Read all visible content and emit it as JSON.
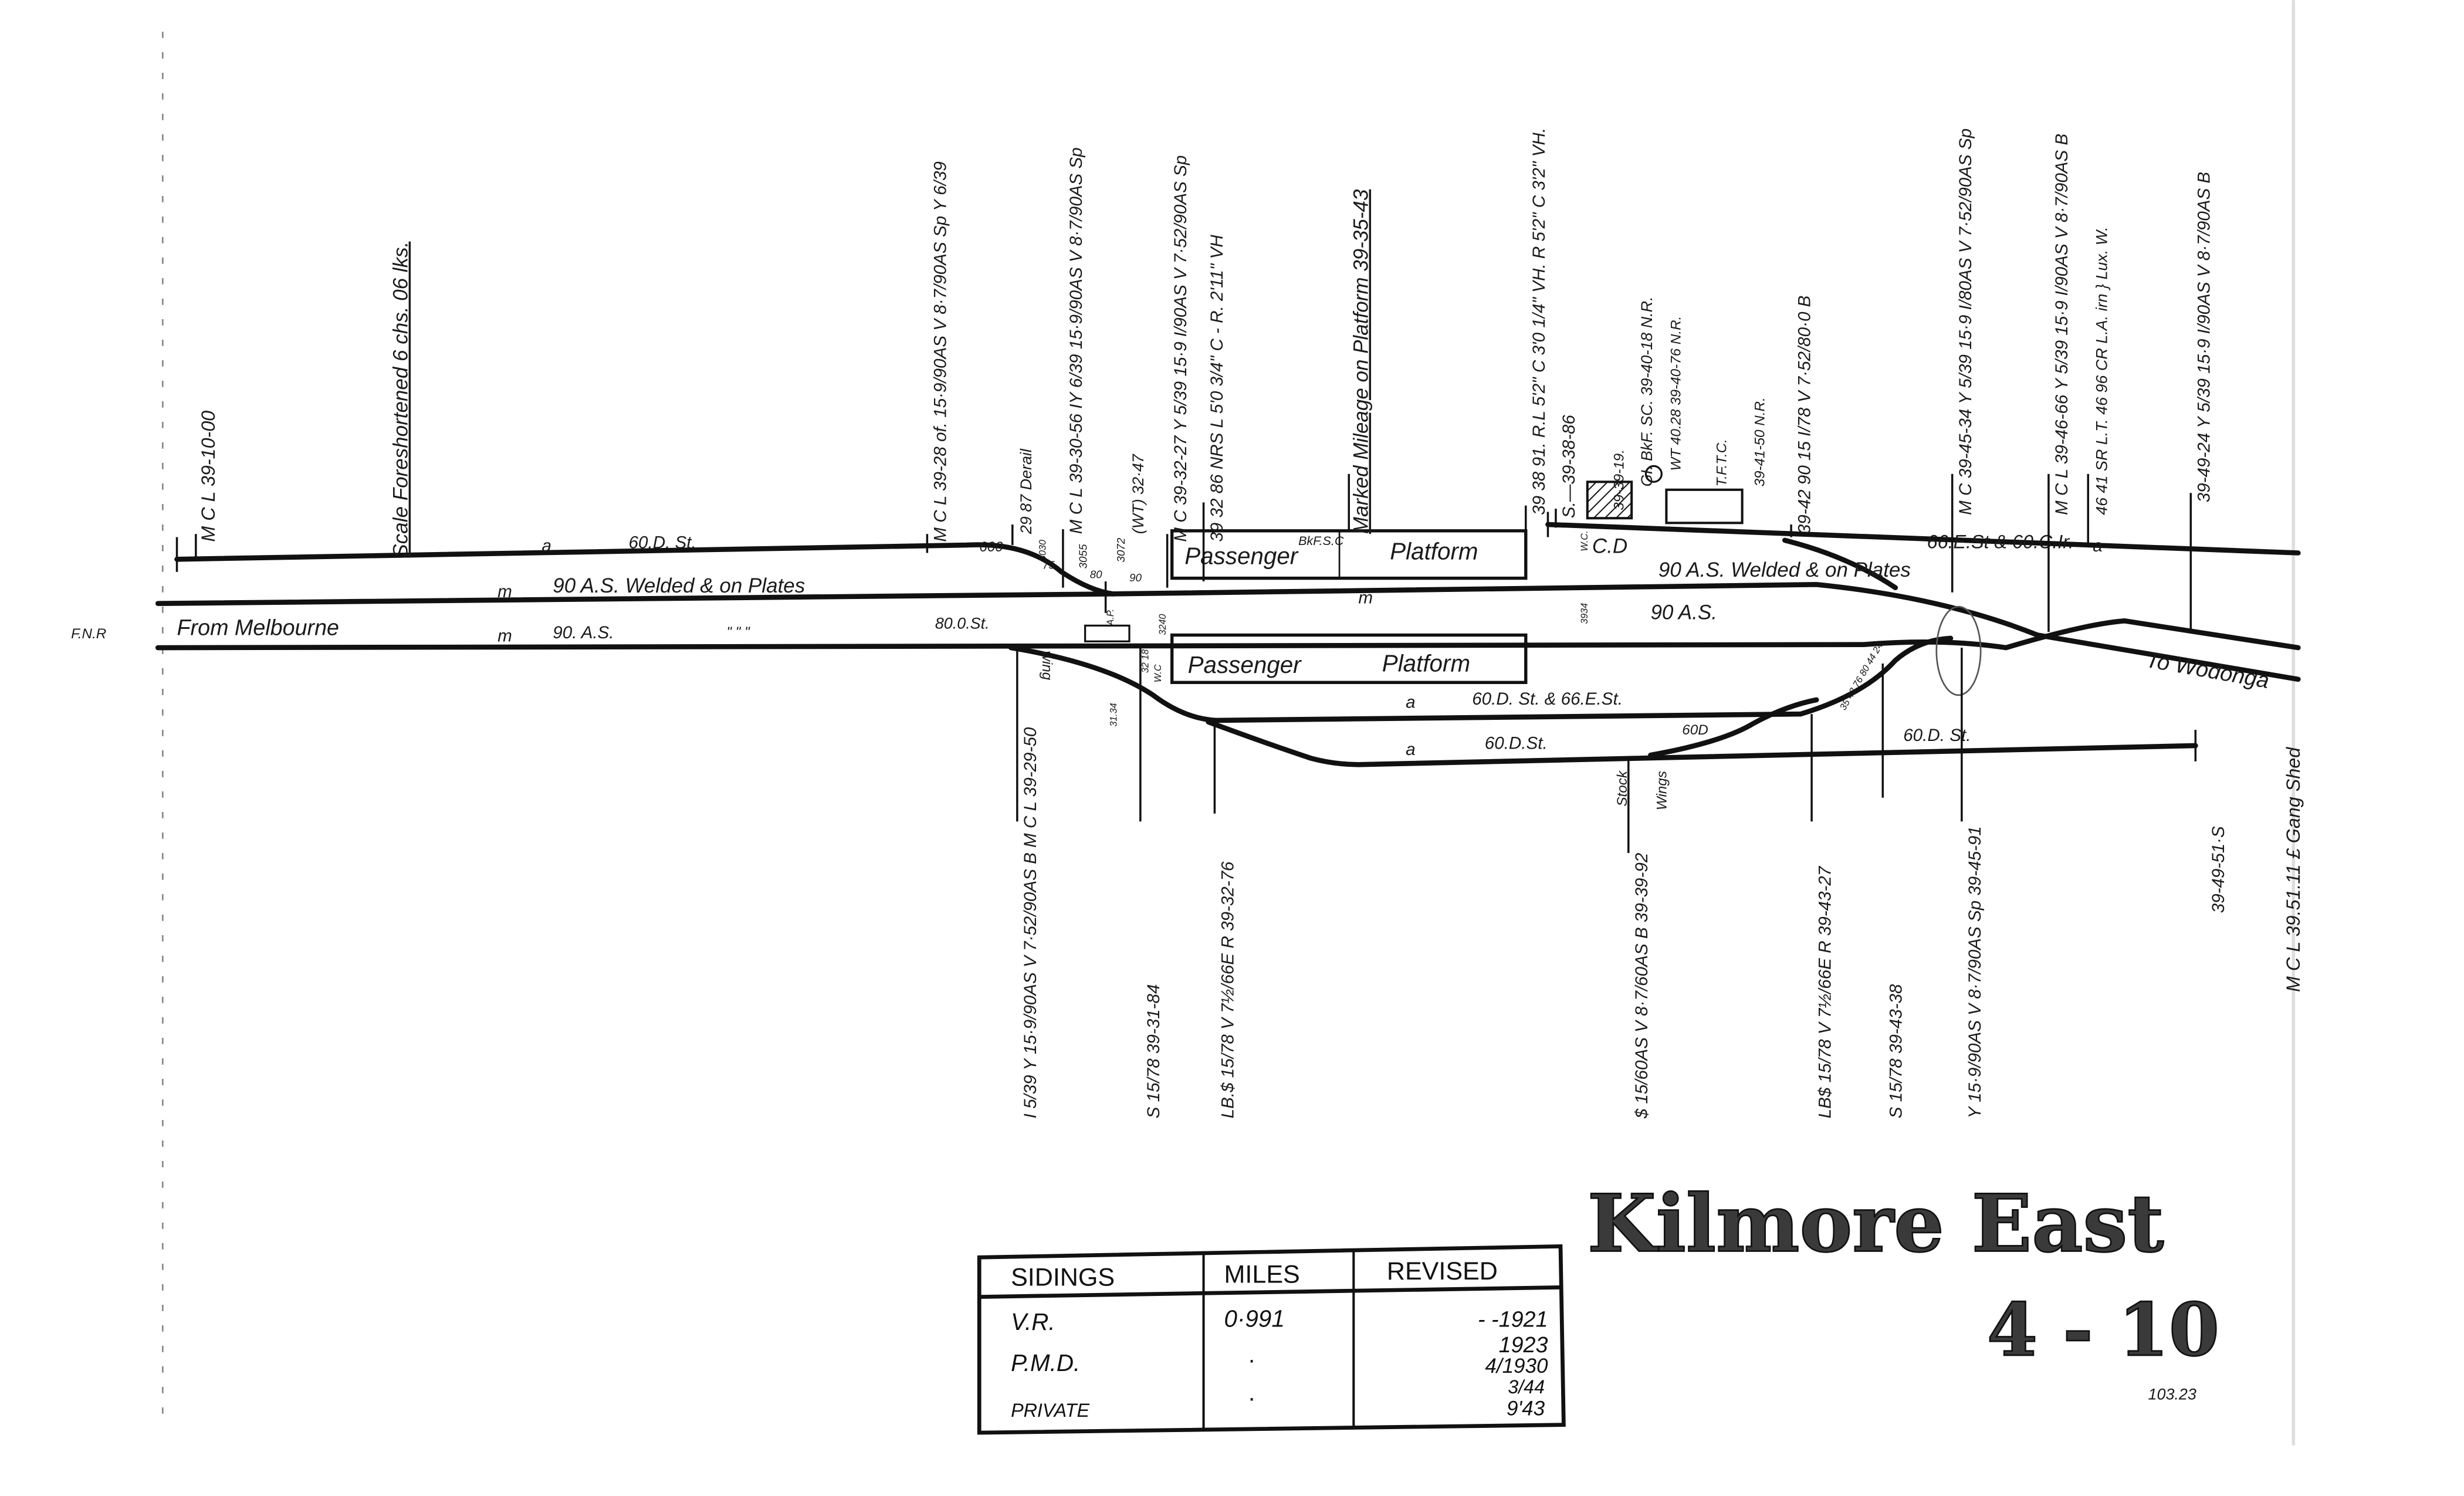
{
  "title": "Kilmore East",
  "diagram_number": "4 - 10",
  "ref_number": "103.23",
  "margin_label": "F.N.R",
  "track_labels": {
    "from": "From Melbourne",
    "to": "To Wodonga",
    "top_siding_a": "a",
    "top_siding": "60.D. St.",
    "up_main_m": "m",
    "up_main": "90 A.S.  Welded & on Plates",
    "down_main_m": "m",
    "down_main": "90. A.S.",
    "ditto": "\"  \"  \"",
    "loop_join": "80.0.St.",
    "turnout_600": "600",
    "right_up_main": "90 A.S. Welded & on Plates",
    "right_m": "m",
    "right_down_main": "90 A.S.",
    "right_siding": "66.E.St & 60.C.Ir.",
    "right_siding_a": "a",
    "loop": "60.D. St. & 66.E.St.",
    "loop_a": "a",
    "back_siding": "60.D.St.",
    "back_siding_a": "a",
    "back_siding_right": "60.D. St.",
    "branch_60d": "60D",
    "stock": "Stock",
    "wings": "Wings",
    "wing": "wing",
    "cd": "C.D",
    "wc": "W.C.",
    "ap": "A.P.",
    "wc2": "W.C",
    "small_3030": "3030",
    "small_3055": "3055",
    "small_3072": "3072",
    "small_75": "75",
    "small_80": "80",
    "small_90": "90",
    "small_3240": "3240",
    "small_3218": "32 18",
    "small_3134": "31.34",
    "small_3934": "3934",
    "small_right": "35 43 76 80 44 24"
  },
  "platforms": [
    {
      "left": "Passenger",
      "right": "Platform",
      "note": "BkF.S.C"
    },
    {
      "left": "Passenger",
      "right": "Platform"
    }
  ],
  "top_annotations": [
    "M C L  39-10-00",
    "Scale Foreshortened 6 chs. 06 lks.",
    "M C L  39-28  of. 15·9/90AS  V 8·7/90AS Sp  Y 6/39",
    "29 87 Derail",
    "M C L  39-30-56  IY 6/39  15·9/90AS  V 8·7/90AS Sp",
    "(WT) 32·47",
    "M C  39-32-27  Y 5/39  15·9 I/90AS  V 7·52/90AS Sp",
    "39 32 86 NRS  L 5'0 3/4\" C - R. 2'11\" VH",
    "Marked Mileage on Platform  39-35-43",
    "39 38 91. R.L 5'2\" C 3'0 1/4\" VH. R 5'2\" C 3'2\" VH.",
    "S.—39-38-86",
    "39-39-19.",
    "GI. BkF. SC. 39-40-18 N.R.",
    "WT 40.28  39-40-76 N.R.",
    "T.F.T.C.",
    "39-41-50 N.R.",
    "39-42 90  15 I/78  V 7·52/80·0 B",
    "M C  39-45-34  Y 5/39 15·9 I/80AS  V 7·52/90AS Sp",
    "M C L  39-46-66  Y 5/39 15·9 I/90AS  V 8·7/90AS B",
    "46 41 SR L.T.  46 96 CR L.A. irn } Lux. W.",
    "39-49-24  Y 5/39 15·9 I/90AS  V 8·7/90AS B"
  ],
  "bottom_annotations": [
    "I 5/39 Y 15·9/90AS  V 7·52/90AS B  M C L 39-29-50",
    "S 15/78   39-31-84",
    "LB.$ 15/78  V 7½/66E R  39-32-76",
    "$ 15/60AS  V 8·7/60AS B  39-39-92",
    "LB$ 15/78  V 7½/66E R  39-43-27",
    "S 15/78   39-43-38",
    "Y 15·9/90AS  V 8·7/90AS Sp  39-45-91",
    "39-49-51·S",
    "M C L  39.51.11 £ Gang Shed"
  ],
  "table": {
    "headers": [
      "SIDINGS",
      "MILES",
      "REVISED"
    ],
    "rows": [
      {
        "siding": "V.R.",
        "miles": "0·991"
      },
      {
        "siding": "P.M.D.",
        "miles": "·"
      },
      {
        "siding": "PRIVATE",
        "miles": "·"
      }
    ],
    "revised": [
      "- -1921",
      "1923",
      "4/1930",
      "3/44",
      "9'43"
    ]
  }
}
